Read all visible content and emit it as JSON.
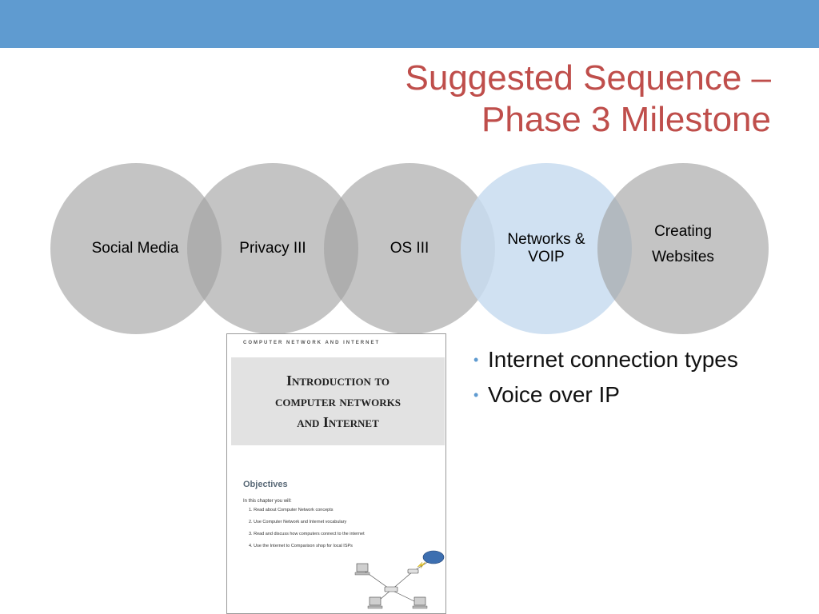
{
  "slide": {
    "title_line1": "Suggested Sequence –",
    "title_line2": "Phase 3 Milestone",
    "accent_color": "#5f9bd0",
    "title_color": "#bf4e4b"
  },
  "sequence": [
    {
      "label": "Social Media",
      "highlighted": false
    },
    {
      "label": "Privacy III",
      "highlighted": false
    },
    {
      "label": "OS III",
      "highlighted": false
    },
    {
      "label": "Networks &\nVOIP",
      "highlighted": true
    },
    {
      "label": "Creating\nWebsites",
      "highlighted": false
    }
  ],
  "document": {
    "header": "COMPUTER NETWORK AND INTERNET",
    "title": "Introduction to\ncomputer networks\nand Internet",
    "objectives_heading": "Objectives",
    "intro": "In this chapter you will:",
    "objectives": [
      "1.  Read about Computer Network concepts",
      "2.  Use Computer Network and Internet vocabulary",
      "3.  Read and discuss how computers connect to the internet",
      "4.  Use the Internet to Comparison shop for local ISPs"
    ]
  },
  "bullets": [
    "Internet connection types",
    "Voice over IP"
  ]
}
